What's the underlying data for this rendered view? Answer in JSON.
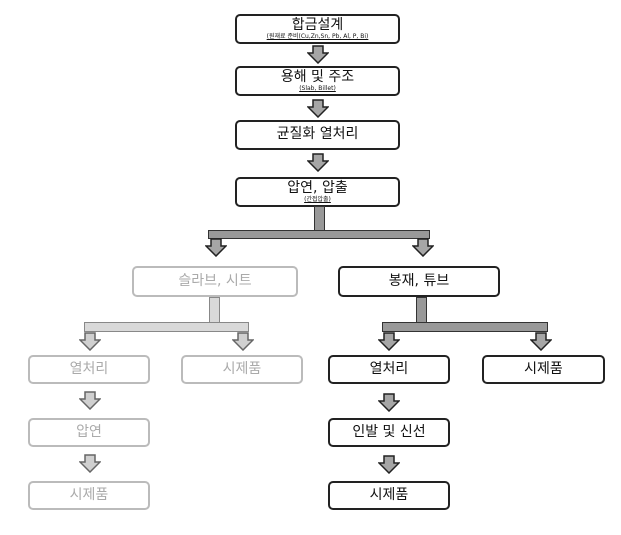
{
  "steps": {
    "alloy_design": {
      "title": "합금설계",
      "sub": "(원재료 준비(Cu,Zn,Sn, Pb, Al, P, Bi)"
    },
    "melting_casting": {
      "title": "용해 및 주조",
      "sub": "(Slab, Billet)"
    },
    "homogenization": {
      "title": "균질화 열처리"
    },
    "rolling_extrusion": {
      "title": "압연, 압출",
      "sub": "(간접압출)"
    }
  },
  "left_branch": {
    "title": "슬라브, 시트",
    "heat": "열처리",
    "sample": "시제품",
    "rolling": "압연",
    "final": "시제품"
  },
  "right_branch": {
    "title": "봉재, 튜브",
    "heat": "열처리",
    "sample": "시제품",
    "drawing": "인발 및 신선",
    "final": "시제품"
  },
  "colors": {
    "arrow_fill": "#a6a6a6",
    "light": "#bbbbbb"
  }
}
